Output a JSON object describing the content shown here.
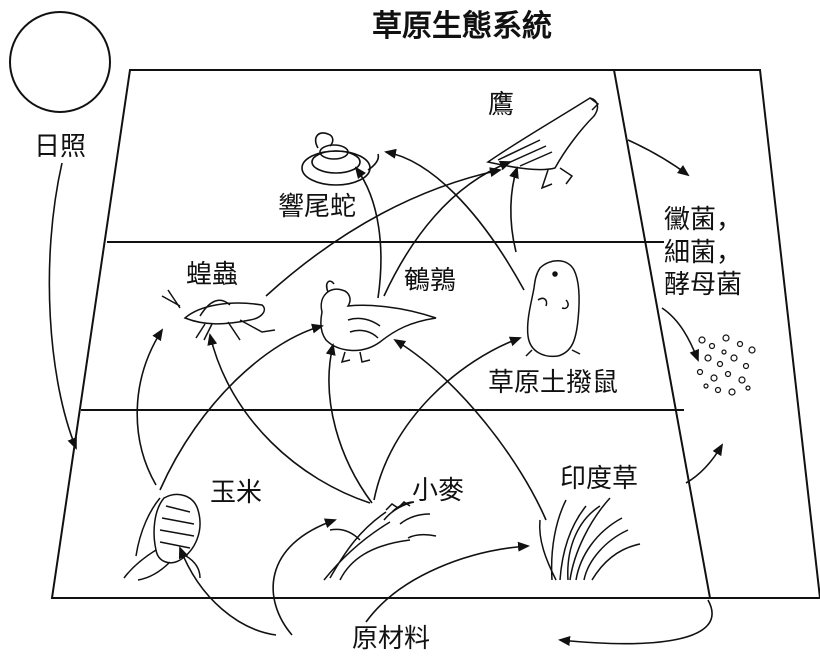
{
  "title": "草原生態系統",
  "sun_label": "日照",
  "raw_materials_label": "原材料",
  "decomposers": [
    "黴菌，",
    "細菌，",
    "酵母菌"
  ],
  "organisms": {
    "hawk": "鷹",
    "rattlesnake": "響尾蛇",
    "grasshopper": "蝗蟲",
    "quail": "鵪鶉",
    "prairie_dog": "草原土撥鼠",
    "corn": "玉米",
    "wheat": "小麥",
    "indian_grass": "印度草"
  }
}
